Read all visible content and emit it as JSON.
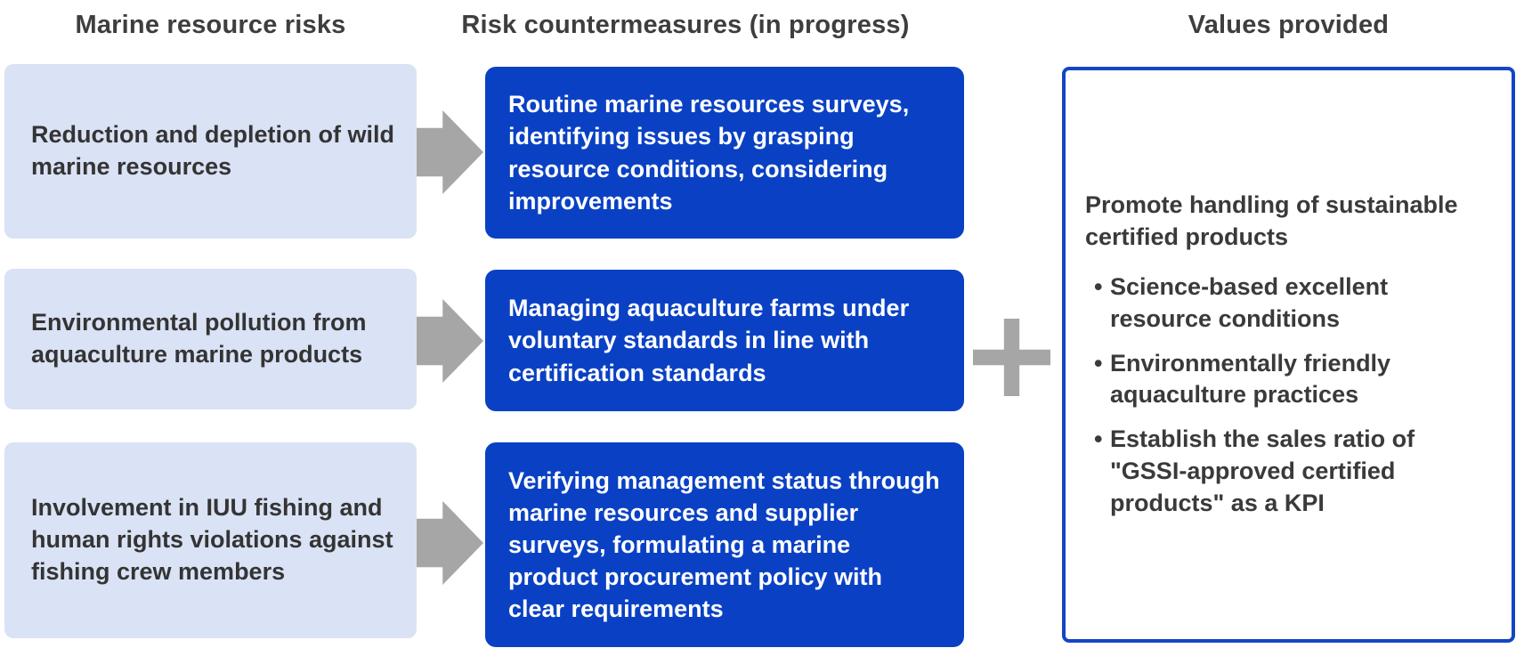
{
  "columns": {
    "risks": {
      "header": "Marine resource risks",
      "items": [
        "Reduction and depletion of wild marine resources",
        "Environmental pollution from aquaculture marine products",
        "Involvement in IUU fishing and human rights violations against fishing crew members"
      ]
    },
    "countermeasures": {
      "header": "Risk countermeasures (in progress)",
      "items": [
        "Routine marine resources surveys, identifying issues by grasping resource conditions, considering improvements",
        "Managing aquaculture farms under voluntary standards in line with certification standards",
        "Verifying management status through marine resources and supplier surveys, formulating a marine product procurement policy with clear requirements"
      ]
    },
    "values": {
      "header": "Values provided",
      "heading": "Promote handling of sustainable certified products",
      "bullet_char": "•",
      "bullets": [
        "Science-based excellent resource conditions",
        "Environmentally friendly aquaculture practices",
        "Establish the sales ratio of \"GSSI-approved certified products\" as a KPI"
      ]
    }
  },
  "icons": {
    "arrow": "right-arrow",
    "plus": "plus"
  },
  "colors": {
    "risk_box_bg": "#dae2f5",
    "countermeasure_box_bg": "#0a41c4",
    "values_box_border": "#1346c4",
    "arrow_gray": "#a6a6a6",
    "header_text": "#3e3e3e",
    "dark_text": "#343434",
    "white_text": "#ffffff"
  }
}
